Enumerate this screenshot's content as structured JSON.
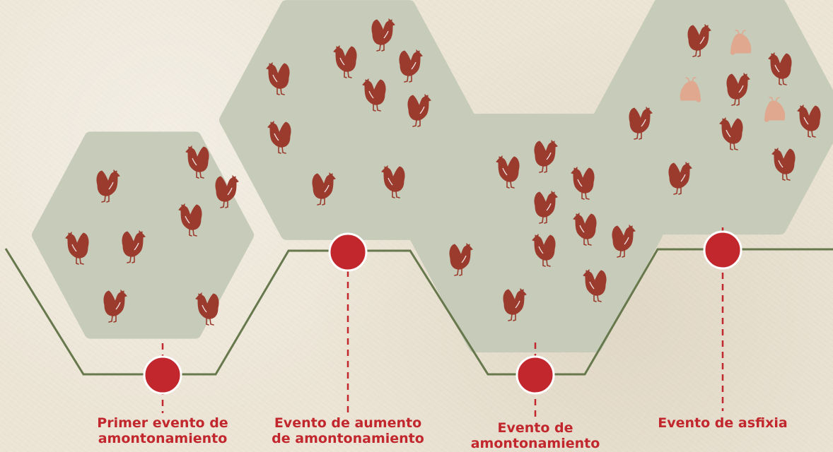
{
  "events": [
    {
      "label": "Primer evento de\namontonamiento"
    },
    {
      "label": "Evento de aumento\nde amontonamiento"
    },
    {
      "label": "Evento de\namontonamiento"
    },
    {
      "label": "Evento de asfixia"
    }
  ],
  "icons": {
    "hen": "hen-icon",
    "dead_hen": "dead-hen-icon"
  },
  "colors": {
    "hexagon": "#c6ccb9",
    "timeline": "#67784d",
    "event_marker": "#c1272d",
    "hen": "#9b3b2e",
    "dead_hen": "#dfa88f",
    "label": "#c1272d"
  }
}
